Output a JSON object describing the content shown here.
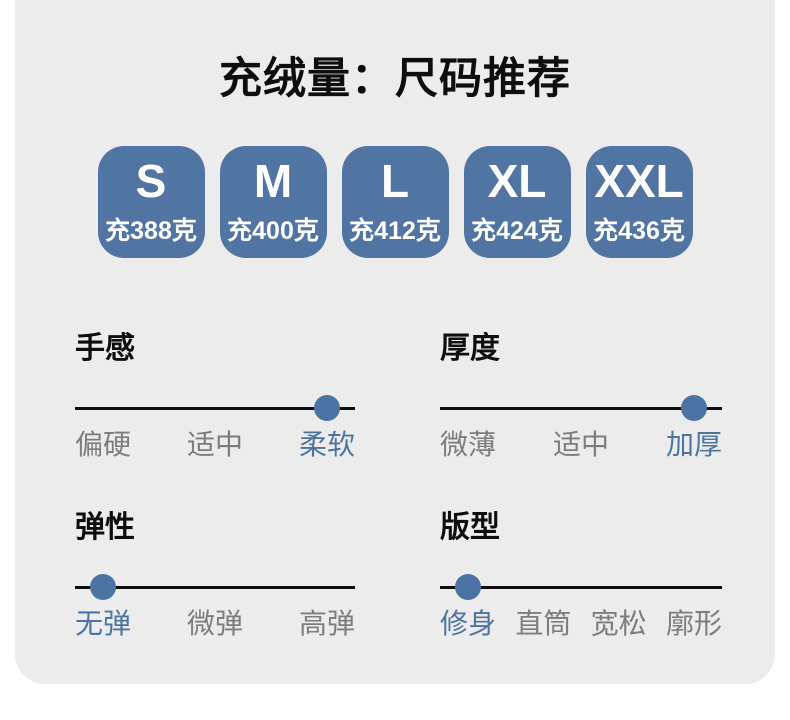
{
  "title": "充绒量：尺码推荐",
  "colors": {
    "page_bg": "#ffffff",
    "panel_bg": "#ececec",
    "badge_bg": "#5075a2",
    "accent": "#4b74a4",
    "muted_text": "#7d7d7d",
    "ink": "#0e0e0e"
  },
  "sizes": [
    {
      "label": "S",
      "fill": "充388克"
    },
    {
      "label": "M",
      "fill": "充400克"
    },
    {
      "label": "L",
      "fill": "充412克"
    },
    {
      "label": "XL",
      "fill": "充424克"
    },
    {
      "label": "XXL",
      "fill": "充436克"
    }
  ],
  "attributes": [
    {
      "name": "手感",
      "options": [
        "偏硬",
        "适中",
        "柔软"
      ],
      "selected_index": 2,
      "selected": "柔软"
    },
    {
      "name": "厚度",
      "options": [
        "微薄",
        "适中",
        "加厚"
      ],
      "selected_index": 2,
      "selected": "加厚"
    },
    {
      "name": "弹性",
      "options": [
        "无弹",
        "微弹",
        "高弹"
      ],
      "selected_index": 0,
      "selected": "无弹"
    },
    {
      "name": "版型",
      "options": [
        "修身",
        "直筒",
        "宽松",
        "廓形"
      ],
      "selected_index": 0,
      "selected": "修身"
    }
  ]
}
